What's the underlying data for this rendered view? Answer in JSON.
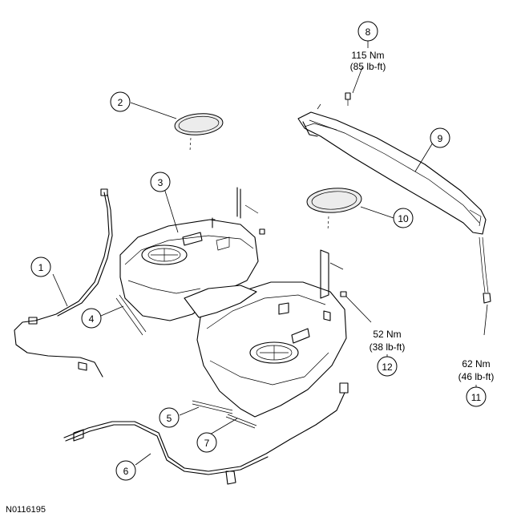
{
  "figure_id": "N0116195",
  "callouts": [
    {
      "number": "1"
    },
    {
      "number": "2"
    },
    {
      "number": "3"
    },
    {
      "number": "4"
    },
    {
      "number": "5"
    },
    {
      "number": "6"
    },
    {
      "number": "7"
    },
    {
      "number": "8"
    },
    {
      "number": "9"
    },
    {
      "number": "10"
    },
    {
      "number": "11"
    },
    {
      "number": "12"
    }
  ],
  "torque_specs": {
    "item_8": {
      "nm": "115 Nm",
      "lbft": "(85 lb-ft)"
    },
    "item_12": {
      "nm": "52 Nm",
      "lbft": "(38 lb-ft)"
    },
    "item_11": {
      "nm": "62 Nm",
      "lbft": "(46 lb-ft)"
    }
  }
}
